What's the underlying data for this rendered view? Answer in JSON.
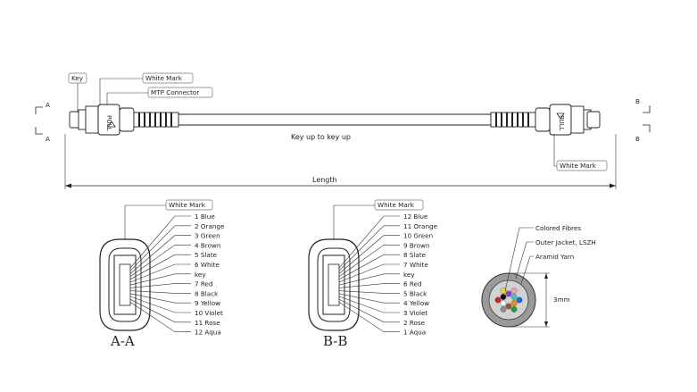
{
  "top": {
    "label_key": "Key",
    "label_white_mark": "White Mark",
    "label_mtp": "MTP Connector",
    "label_white_mark_right": "White Mark",
    "pull_text": "PULL",
    "key_up": "Key up to key up",
    "length": "Length",
    "side_a_top": "A",
    "side_a_bottom": "A",
    "side_b_top": "B",
    "side_b_bottom": "B"
  },
  "section_a": {
    "title": "A-A",
    "white_mark": "White Mark",
    "fibers": [
      "1 Blue",
      "2 Orange",
      "3 Green",
      "4 Brown",
      "5 Slate",
      "6 White",
      "key",
      "7 Red",
      "8 Black",
      "9 Yellow",
      "10 Violet",
      "11 Rose",
      "12 Aqua"
    ]
  },
  "section_b": {
    "title": "B-B",
    "white_mark": "White Mark",
    "fibers": [
      "12 Blue",
      "11 Orange",
      "10 Green",
      "9 Brown",
      "8 Slate",
      "7 White",
      "key",
      "6 Red",
      "5 Black",
      "4 Yellow",
      "3 Violet",
      "2 Rose",
      "1 Aqua"
    ]
  },
  "cable": {
    "colored_fibres": "Colored Fibres",
    "outer_jacket": "Outer Jacket, LSZH",
    "aramid": "Aramid Yarn",
    "diameter": "3mm",
    "fiber_colors": [
      "#2b5fd9",
      "#f08a1c",
      "#1f9e3a",
      "#8b5a2b",
      "#8c8c8c",
      "#f2f2f2",
      "#d62020",
      "#111111",
      "#f2d91b",
      "#8a3fc7",
      "#f29bb8",
      "#37c7c7"
    ]
  }
}
